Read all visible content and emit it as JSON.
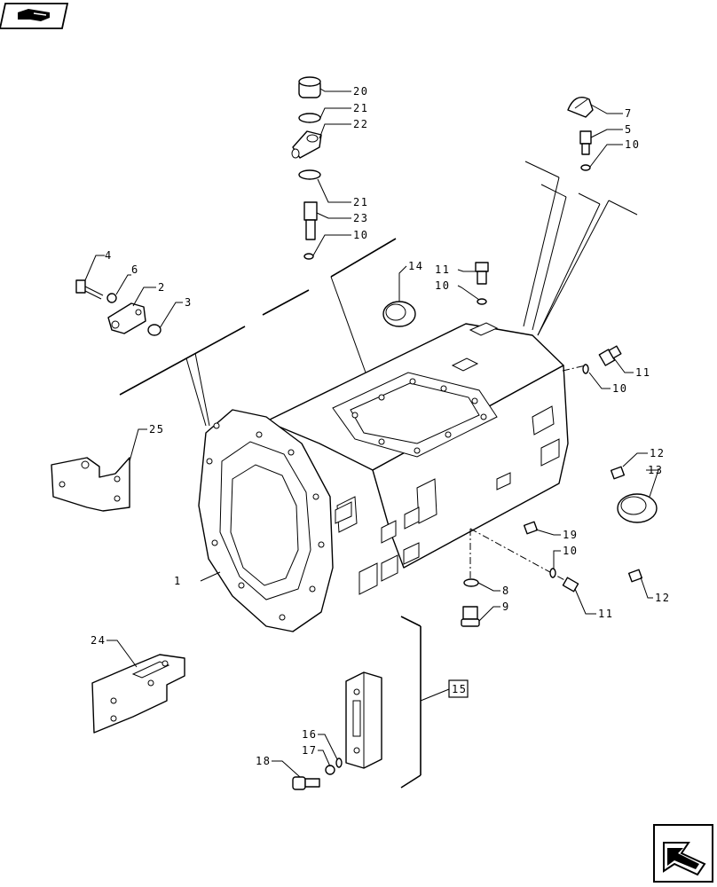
{
  "diagram": {
    "callouts": [
      {
        "id": "c1",
        "text": "1"
      },
      {
        "id": "c2",
        "text": "2"
      },
      {
        "id": "c3",
        "text": "3"
      },
      {
        "id": "c4",
        "text": "4"
      },
      {
        "id": "c5",
        "text": "5"
      },
      {
        "id": "c6",
        "text": "6"
      },
      {
        "id": "c7",
        "text": "7"
      },
      {
        "id": "c8",
        "text": "8"
      },
      {
        "id": "c9",
        "text": "9"
      },
      {
        "id": "c10a",
        "text": "10"
      },
      {
        "id": "c10b",
        "text": "10"
      },
      {
        "id": "c10c",
        "text": "10"
      },
      {
        "id": "c10d",
        "text": "10"
      },
      {
        "id": "c10e",
        "text": "10"
      },
      {
        "id": "c11a",
        "text": "11"
      },
      {
        "id": "c11b",
        "text": "11"
      },
      {
        "id": "c11c",
        "text": "11"
      },
      {
        "id": "c12a",
        "text": "12"
      },
      {
        "id": "c12b",
        "text": "12"
      },
      {
        "id": "c13",
        "text": "13"
      },
      {
        "id": "c14",
        "text": "14"
      },
      {
        "id": "c15",
        "text": "15"
      },
      {
        "id": "c16",
        "text": "16"
      },
      {
        "id": "c17",
        "text": "17"
      },
      {
        "id": "c18",
        "text": "18"
      },
      {
        "id": "c19",
        "text": "19"
      },
      {
        "id": "c20",
        "text": "20"
      },
      {
        "id": "c21a",
        "text": "21"
      },
      {
        "id": "c21b",
        "text": "21"
      },
      {
        "id": "c22",
        "text": "22"
      },
      {
        "id": "c23",
        "text": "23"
      },
      {
        "id": "c24",
        "text": "24"
      },
      {
        "id": "c25",
        "text": "25"
      }
    ],
    "icons": {
      "top_left": "book-return-icon",
      "bottom_right": "next-page-arrow-icon"
    }
  }
}
